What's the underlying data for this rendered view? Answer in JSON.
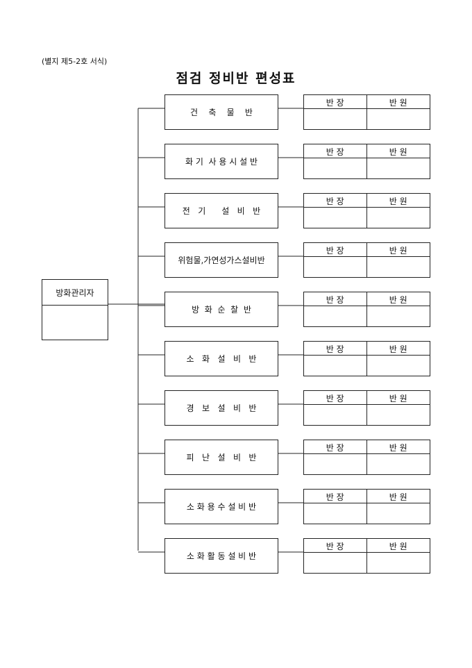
{
  "form_label": "(별지 제5-2호 서식)",
  "title": "점검 정비반 편성표",
  "manager": {
    "label": "방화관리자"
  },
  "roster_headers": {
    "leader": "반 장",
    "members": "반 원"
  },
  "teams": [
    {
      "name": "건    축    물    반"
    },
    {
      "name": "화 기  사 용 시 설 반"
    },
    {
      "name": "전   기      설   비   반"
    },
    {
      "name": "위험물,가연성가스설비반"
    },
    {
      "name": "방  화  순  찰  반"
    },
    {
      "name": "소   화   설   비   반"
    },
    {
      "name": "경   보   설   비   반"
    },
    {
      "name": "피   난   설   비   반"
    },
    {
      "name": "소 화 용 수 설 비 반"
    },
    {
      "name": "소 화 활 동 설 비 반"
    }
  ]
}
